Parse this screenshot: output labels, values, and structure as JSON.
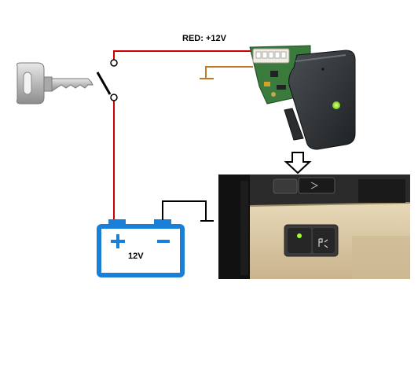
{
  "diagram": {
    "wire_label": "RED: +12V",
    "battery_label": "12V",
    "battery_plus": "+",
    "battery_minus": "−"
  },
  "colors": {
    "red_wire": "#cc0000",
    "ground_wire": "#c07a2a",
    "battery": "#1a7fd6",
    "led": "#9bff2a",
    "module_body": "#2c3033",
    "dash_beige": "#d9c7a4"
  },
  "icons": {
    "key": "car-key-icon",
    "switch": "ignition-switch-icon",
    "battery": "battery-icon",
    "module": "control-module-icon",
    "arrow": "down-arrow-icon",
    "dashboard": "dashboard-photo"
  }
}
